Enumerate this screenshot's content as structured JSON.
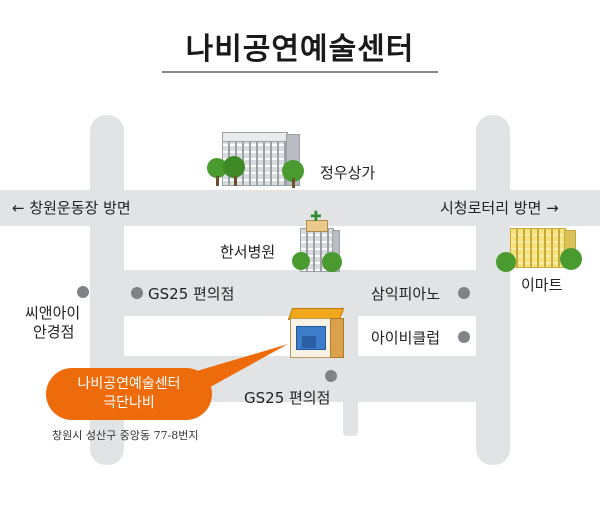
{
  "title": "나비공연예술센터",
  "landmarks": {
    "jeongwoo": "정우상가",
    "hanseo": "한서병원",
    "emart": "이마트",
    "gs25_top": "GS25 편의점",
    "gs25_bottom": "GS25 편의점",
    "samik": "삼익피아노",
    "ivy": "아이비클럽",
    "ssi_line1": "씨앤아이",
    "ssi_line2": "안경점"
  },
  "directions": {
    "left": "← 창원운동장 방면",
    "right": "시청로터리 방면 →"
  },
  "callout": {
    "line1": "나비공연예술센터",
    "line2": "극단나비",
    "address": "창원시 성산구 중앙동 77-8번지"
  },
  "colors": {
    "road": "#e2e3e5",
    "callout": "#ee6b0c",
    "tree": "#4a9b2f",
    "marker": "#808285"
  },
  "icons": {
    "marker": "map-dot-icon",
    "target": "building-icon",
    "hospital": "cross-icon"
  }
}
